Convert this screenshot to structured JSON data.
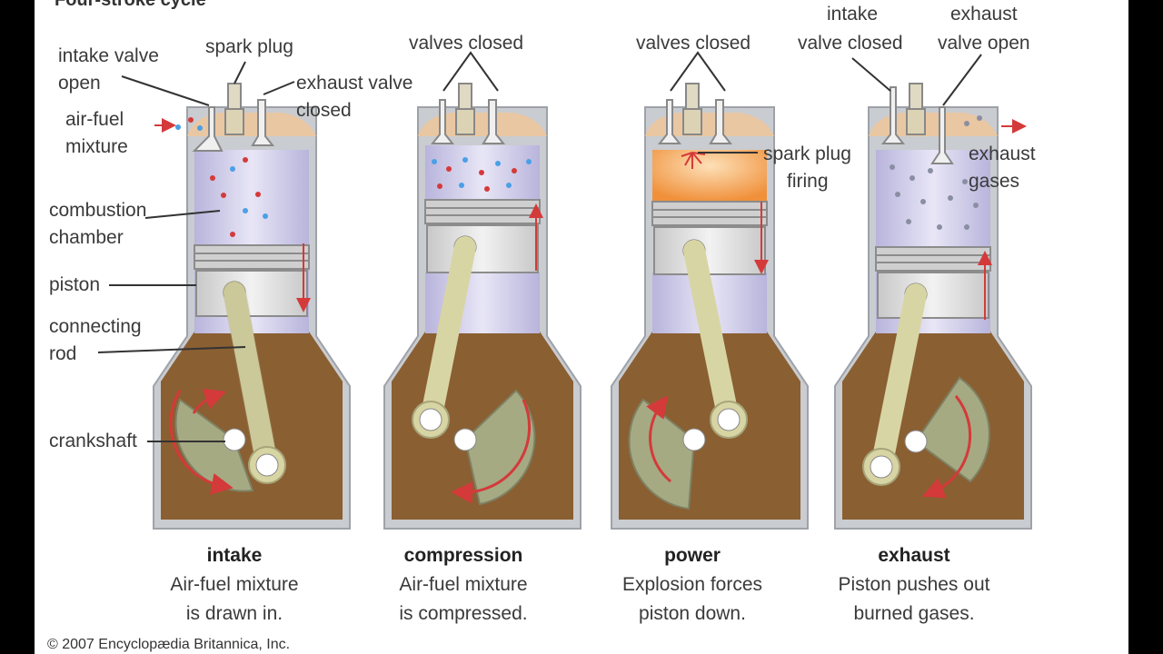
{
  "heading": "Four-stroke cycle",
  "labels": {
    "intake_valve_open": [
      "intake valve",
      "open"
    ],
    "spark_plug": "spark plug",
    "exhaust_valve_closed": [
      "exhaust valve",
      "closed"
    ],
    "air_fuel_mixture": [
      "air-fuel",
      "mixture"
    ],
    "combustion_chamber": [
      "combustion",
      "chamber"
    ],
    "piston": "piston",
    "connecting_rod": [
      "connecting",
      "rod"
    ],
    "crankshaft": "crankshaft",
    "valves_closed_1": "valves closed",
    "valves_closed_2": "valves closed",
    "spark_plug_firing": [
      "spark plug",
      "firing"
    ],
    "intake_valve_closed": [
      "intake",
      "valve closed"
    ],
    "exhaust_valve_open": [
      "exhaust",
      "valve open"
    ],
    "exhaust_gases": [
      "exhaust",
      "gases"
    ]
  },
  "strokes": [
    {
      "name": "intake",
      "desc": [
        "Air-fuel mixture",
        "is drawn in."
      ]
    },
    {
      "name": "compression",
      "desc": [
        "Air-fuel mixture",
        "is compressed."
      ]
    },
    {
      "name": "power",
      "desc": [
        "Explosion forces",
        "piston down."
      ]
    },
    {
      "name": "exhaust",
      "desc": [
        "Piston pushes out",
        "burned gases."
      ]
    }
  ],
  "copyright": "© 2007 Encyclopædia Britannica, Inc.",
  "colors": {
    "crankcase": "#8a5f32",
    "block": "#c9ccd0",
    "cylinder": "#c6c3e3",
    "piston": "#e1e1e1",
    "rod": "#d8d5a4",
    "crank": "#a5aa83",
    "arrow": "#d43a3a",
    "explosion": "#f5a85c"
  }
}
